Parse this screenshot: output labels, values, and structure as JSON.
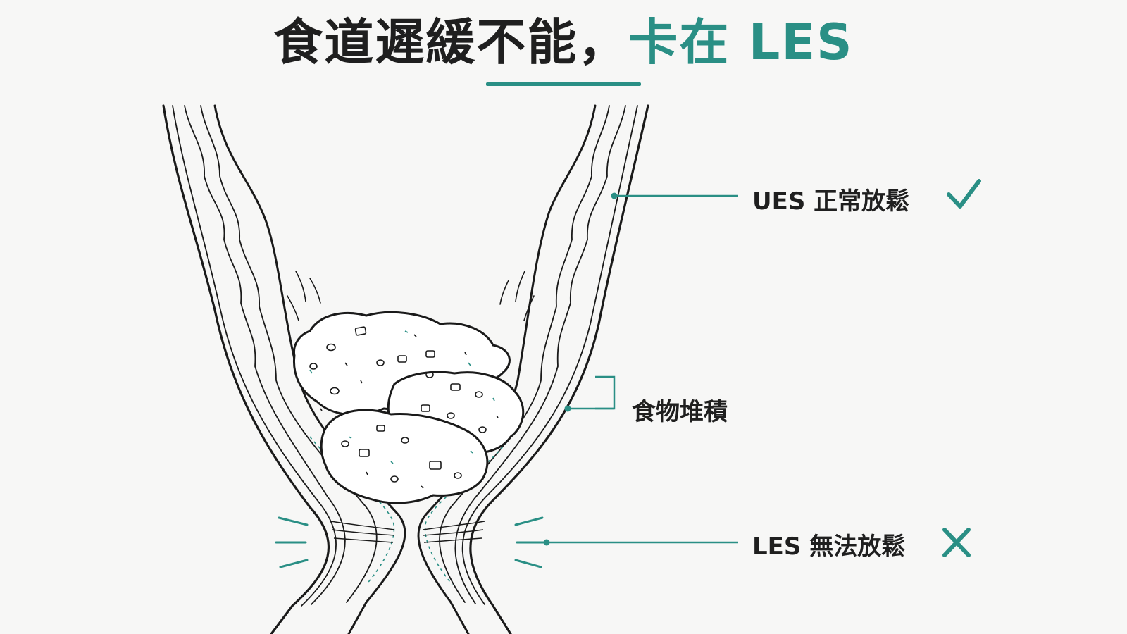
{
  "title": {
    "main": "食道遲緩不能，",
    "accent": "卡在 LES"
  },
  "labels": {
    "ues": "UES 正常放鬆",
    "food": "食物堆積",
    "les": "LES 無法放鬆"
  },
  "status_icons": {
    "ues": "check-icon",
    "les": "cross-icon"
  },
  "colors": {
    "accent": "#2a8f85",
    "ink": "#1f1f1f",
    "background": "#f7f7f6"
  }
}
